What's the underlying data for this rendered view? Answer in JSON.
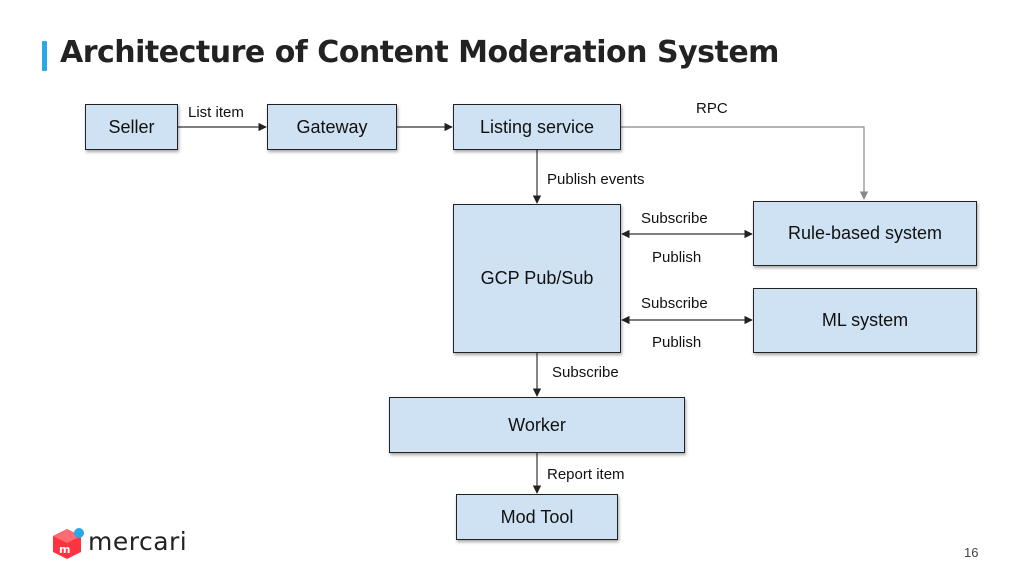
{
  "slide": {
    "title": "Architecture of Content Moderation System",
    "page_number": "16",
    "brand_text": "mercari",
    "accent_color": "#2aa8e8"
  },
  "diagram": {
    "node_fill": "#cfe2f3",
    "nodes": {
      "seller": "Seller",
      "gateway": "Gateway",
      "listing_service": "Listing service",
      "pubsub": "GCP Pub/Sub",
      "rule_based": "Rule-based system",
      "ml_system": "ML system",
      "worker": "Worker",
      "mod_tool": "Mod Tool"
    },
    "edges": {
      "list_item": "List item",
      "rpc": "RPC",
      "publish_events": "Publish events",
      "rule_subscribe": "Subscribe",
      "rule_publish": "Publish",
      "ml_subscribe": "Subscribe",
      "ml_publish": "Publish",
      "worker_subscribe": "Subscribe",
      "report_item": "Report item"
    }
  }
}
